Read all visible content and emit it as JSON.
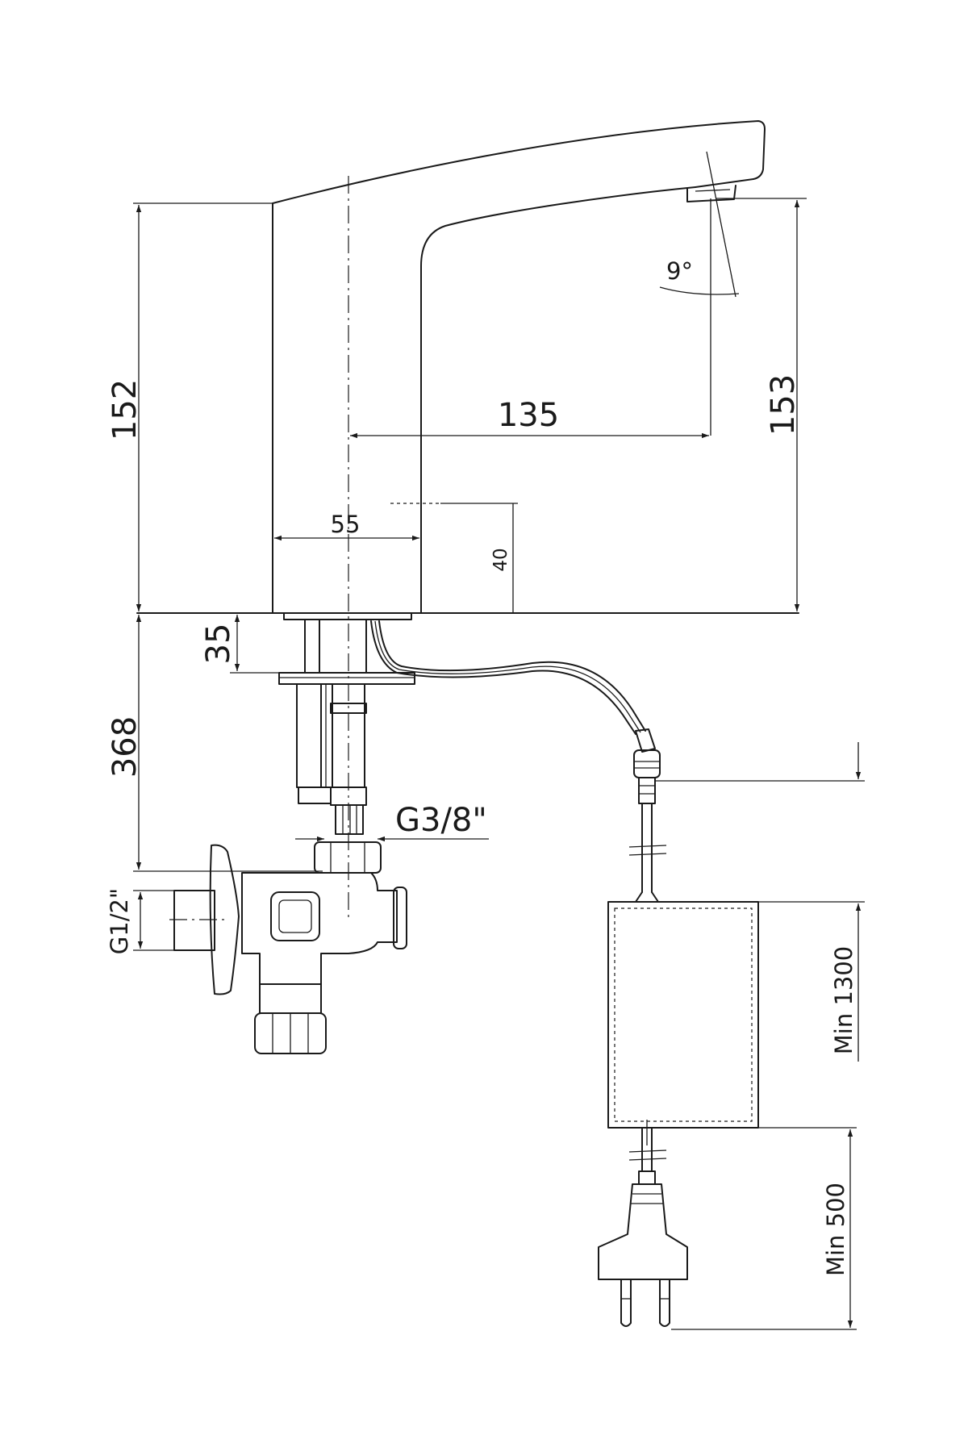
{
  "dimensions": {
    "height_body": "152",
    "height_outlet": "153",
    "spout_reach": "135",
    "base_width": "55",
    "sensor_height": "40",
    "spout_angle": "9°",
    "shank_length": "35",
    "supply_length": "368",
    "supply_thread": "G3/8\"",
    "wall_thread": "G1/2\"",
    "cable_min": "Min 1300",
    "plug_cable_min": "Min 500"
  }
}
